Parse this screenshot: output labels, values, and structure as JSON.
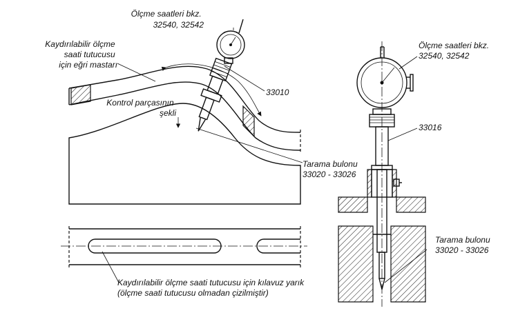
{
  "labels": {
    "gauge_left": [
      "Ölçme saatleri bkz.",
      "32540, 32542"
    ],
    "holder_template": [
      "Kaydırılabilir ölçme",
      "saati tutucusu",
      "için eğri mastarı"
    ],
    "part_code_left": "33010",
    "control_shape": [
      "Kontrol parçasının",
      "şekli"
    ],
    "scan_bolt_left": [
      "Tarama bulonu",
      "33020 - 33026"
    ],
    "guide_caption": [
      "Kaydırılabilir ölçme saati tutucusu için kılavuz yarık",
      "(ölçme saati tutucusu olmadan çizilmiştir)"
    ],
    "gauge_right": [
      "Ölçme saatleri bkz.",
      "32540, 32542"
    ],
    "part_code_right": "33016",
    "scan_bolt_right": [
      "Tarama bulonu",
      "33020 - 33026"
    ]
  },
  "colors": {
    "line": "#111111",
    "background": "#ffffff"
  }
}
